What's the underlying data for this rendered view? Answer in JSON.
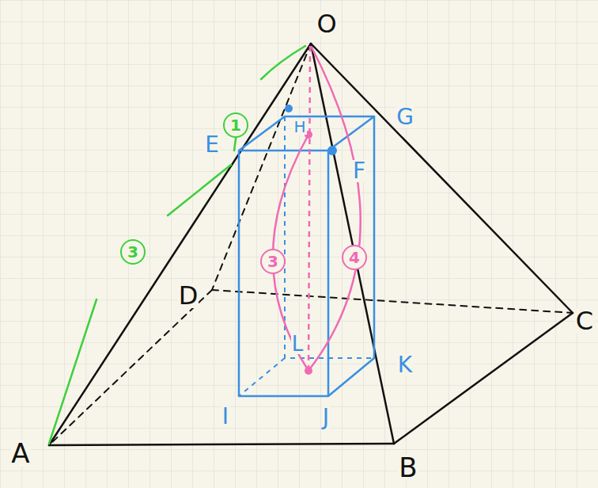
{
  "diagram": {
    "nodes": [
      {
        "text": [
          "1"
        ]
      },
      {
        "text": [
          "3"
        ]
      },
      {
        "text": [
          "3"
        ]
      },
      {
        "text": [
          "4"
        ]
      }
    ],
    "labels": [
      "O",
      "G",
      "H",
      "E",
      "F",
      "D",
      "C",
      "L",
      "K",
      "I",
      "J",
      "A",
      "B"
    ]
  }
}
